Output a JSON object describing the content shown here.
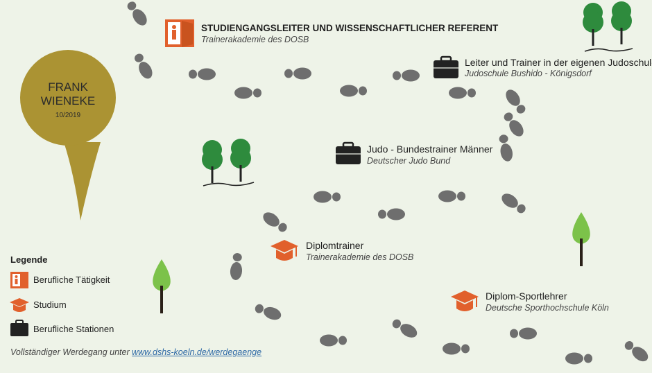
{
  "pin": {
    "first_name": "FRANK",
    "last_name": "WIENEKE",
    "date": "10/2019"
  },
  "stations": [
    {
      "id": "referent",
      "type": "beruflich",
      "title": "STUDIENGANGSLEITER UND WISSENSCHAFTLICHER REFERENT",
      "subtitle": "Trainerakademie des DOSB",
      "icon": "door-person-icon"
    },
    {
      "id": "judoschule",
      "type": "station",
      "title": "Leiter und Trainer in der eigenen Judoschule",
      "subtitle": "Judoschule Bushido - Königsdorf",
      "icon": "briefcase-icon"
    },
    {
      "id": "bundestrainer",
      "type": "station",
      "title": "Judo - Bundestrainer Männer",
      "subtitle": "Deutscher Judo Bund",
      "icon": "briefcase-icon"
    },
    {
      "id": "diplomtrainer",
      "type": "studium",
      "title": "Diplomtrainer",
      "subtitle": "Trainerakademie des DOSB",
      "icon": "graduation-cap-icon"
    },
    {
      "id": "sportlehrer",
      "type": "studium",
      "title": "Diplom-Sportlehrer",
      "subtitle": "Deutsche Sporthochschule Köln",
      "icon": "graduation-cap-icon"
    }
  ],
  "legend": {
    "title": "Legende",
    "items": [
      {
        "label": "Berufliche Tätigkeit",
        "icon": "door-person-icon"
      },
      {
        "label": "Studium",
        "icon": "graduation-cap-icon"
      },
      {
        "label": "Berufliche Stationen",
        "icon": "briefcase-icon"
      }
    ]
  },
  "footer": {
    "prefix": "Vollständiger Werdegang unter ",
    "link_text": "www.dshs-koeln.de/werdegaenge"
  },
  "colors": {
    "background": "#eef3e8",
    "pin": "#ab9333",
    "orange": "#e1602c",
    "dark": "#222222",
    "footprint": "#6e6e6e",
    "tree_green": "#2e8b3d",
    "tree_light": "#7cc24a"
  }
}
